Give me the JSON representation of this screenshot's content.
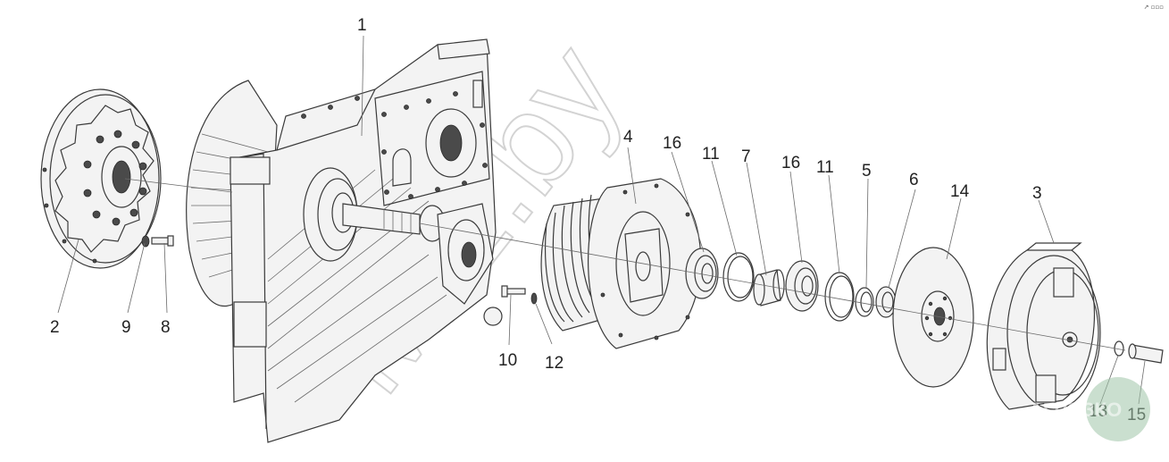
{
  "corner_text": "↗ ▫▫▫",
  "watermark_text": "Mtz.by",
  "logo_text": "АГРОЗКО",
  "colors": {
    "line": "#3a3a3a",
    "watermark": "#c9c9c9",
    "logo_bg": "#9fc5a8",
    "background": "#ffffff"
  },
  "callouts": [
    {
      "id": "1",
      "label": "1"
    },
    {
      "id": "2",
      "label": "2"
    },
    {
      "id": "3",
      "label": "3"
    },
    {
      "id": "4",
      "label": "4"
    },
    {
      "id": "5",
      "label": "5"
    },
    {
      "id": "6",
      "label": "6"
    },
    {
      "id": "7",
      "label": "7"
    },
    {
      "id": "8",
      "label": "8"
    },
    {
      "id": "9",
      "label": "9"
    },
    {
      "id": "10",
      "label": "10"
    },
    {
      "id": "11a",
      "label": "11"
    },
    {
      "id": "11b",
      "label": "11"
    },
    {
      "id": "12",
      "label": "12"
    },
    {
      "id": "13",
      "label": "13"
    },
    {
      "id": "14",
      "label": "14"
    },
    {
      "id": "15",
      "label": "15"
    },
    {
      "id": "16a",
      "label": "16"
    },
    {
      "id": "16b",
      "label": "16"
    }
  ]
}
